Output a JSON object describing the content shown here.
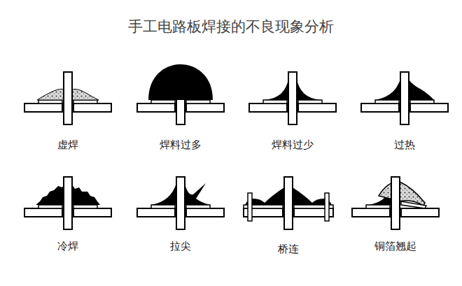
{
  "diagram": {
    "title": "手工电路板焊接的不良现象分析",
    "labels": [
      "虚焊",
      "焊料过多",
      "焊料过少",
      "过热",
      "冷焊",
      "拉尖",
      "桥连",
      "铜箔翘起"
    ]
  }
}
